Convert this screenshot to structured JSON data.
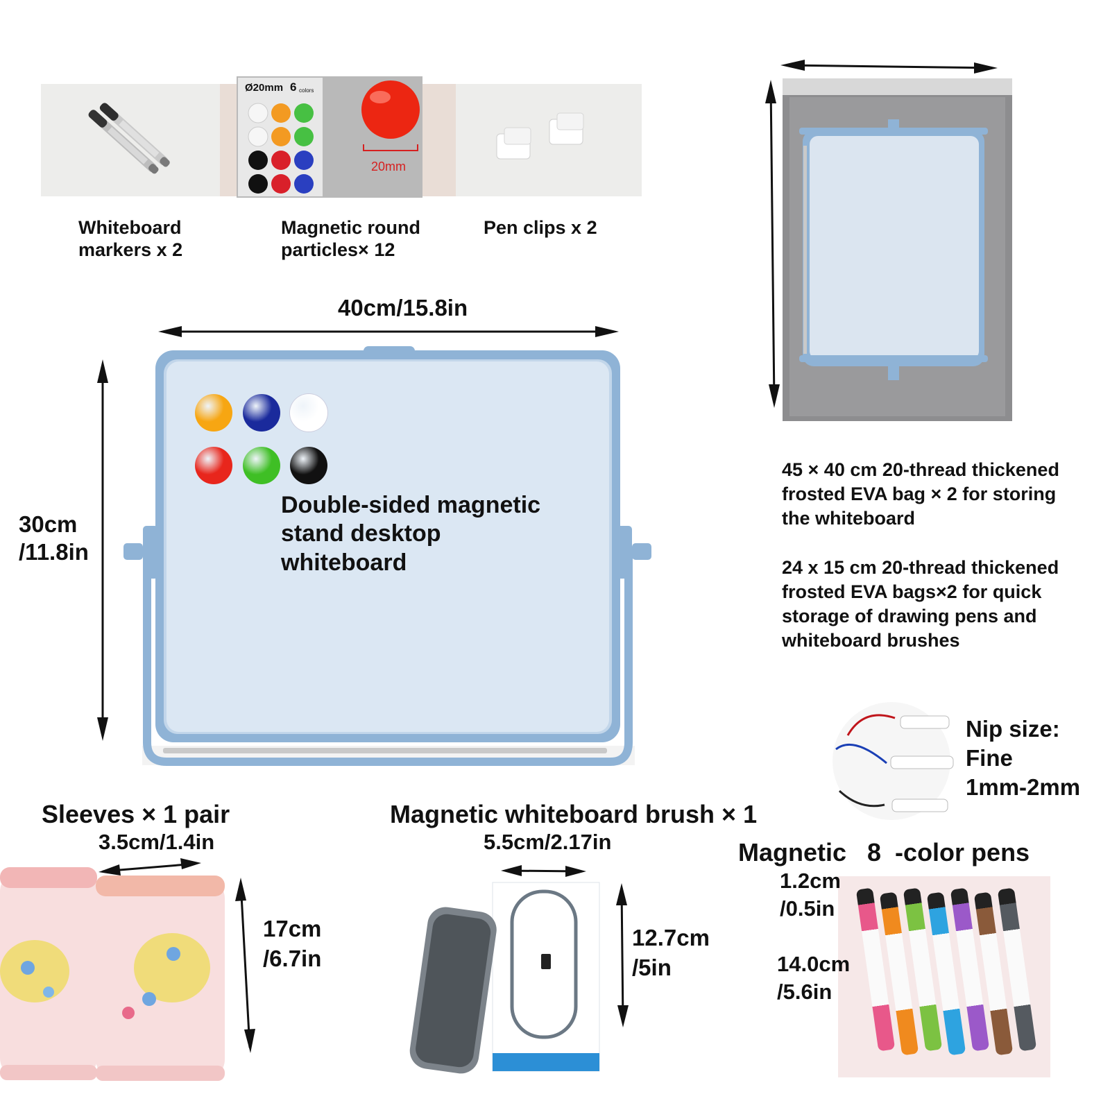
{
  "accessories": {
    "markers_label": "Whiteboard\nmarkers x 2",
    "magnets_label": "Magnetic  round\nparticles× 12",
    "pen_clips_label": "Pen clips x 2",
    "magnet_box_size": "Ø20mm",
    "magnet_box_count": "6",
    "magnet_box_colors": "colors",
    "magnet_dimension": "20mm"
  },
  "whiteboard": {
    "width_label": "40cm/15.8in",
    "height_label": "30cm\n/11.8in",
    "product_label": "Double-sided magnetic\nstand desktop\nwhiteboard"
  },
  "bags": {
    "large_bag_text": "45 × 40 cm 20-thread thickened\nfrosted EVA bag × 2 for storing\nthe whiteboard",
    "small_bag_text": "24 x 15 cm 20-thread thickened\nfrosted EVA bags×2 for quick\nstorage of drawing pens and\nwhiteboard brushes"
  },
  "nib": {
    "text": "Nip size:\nFine\n1mm-2mm"
  },
  "sleeves": {
    "title": "Sleeves × 1 pair",
    "width_label": "3.5cm/1.4in",
    "height_label": "17cm\n/6.7in"
  },
  "brush": {
    "title": "Magnetic whiteboard brush × 1",
    "width_label": "5.5cm/2.17in",
    "height_label": "12.7cm\n/5in"
  },
  "pens": {
    "title": "Magnetic   8  -color pens",
    "width_label": "1.2cm\n/0.5in",
    "height_label": "14.0cm\n/5.6in",
    "colors": [
      "#e8588a",
      "#f08a1e",
      "#7cc242",
      "#2ea3e0",
      "#9b59c9",
      "#8a5a3a",
      "#555a60"
    ]
  },
  "magnet_colors": {
    "board_top": [
      "#f7a612",
      "#1a2a9c",
      "#ffffff"
    ],
    "board_bottom": [
      "#e8261c",
      "#3fbf25",
      "#111111"
    ]
  }
}
